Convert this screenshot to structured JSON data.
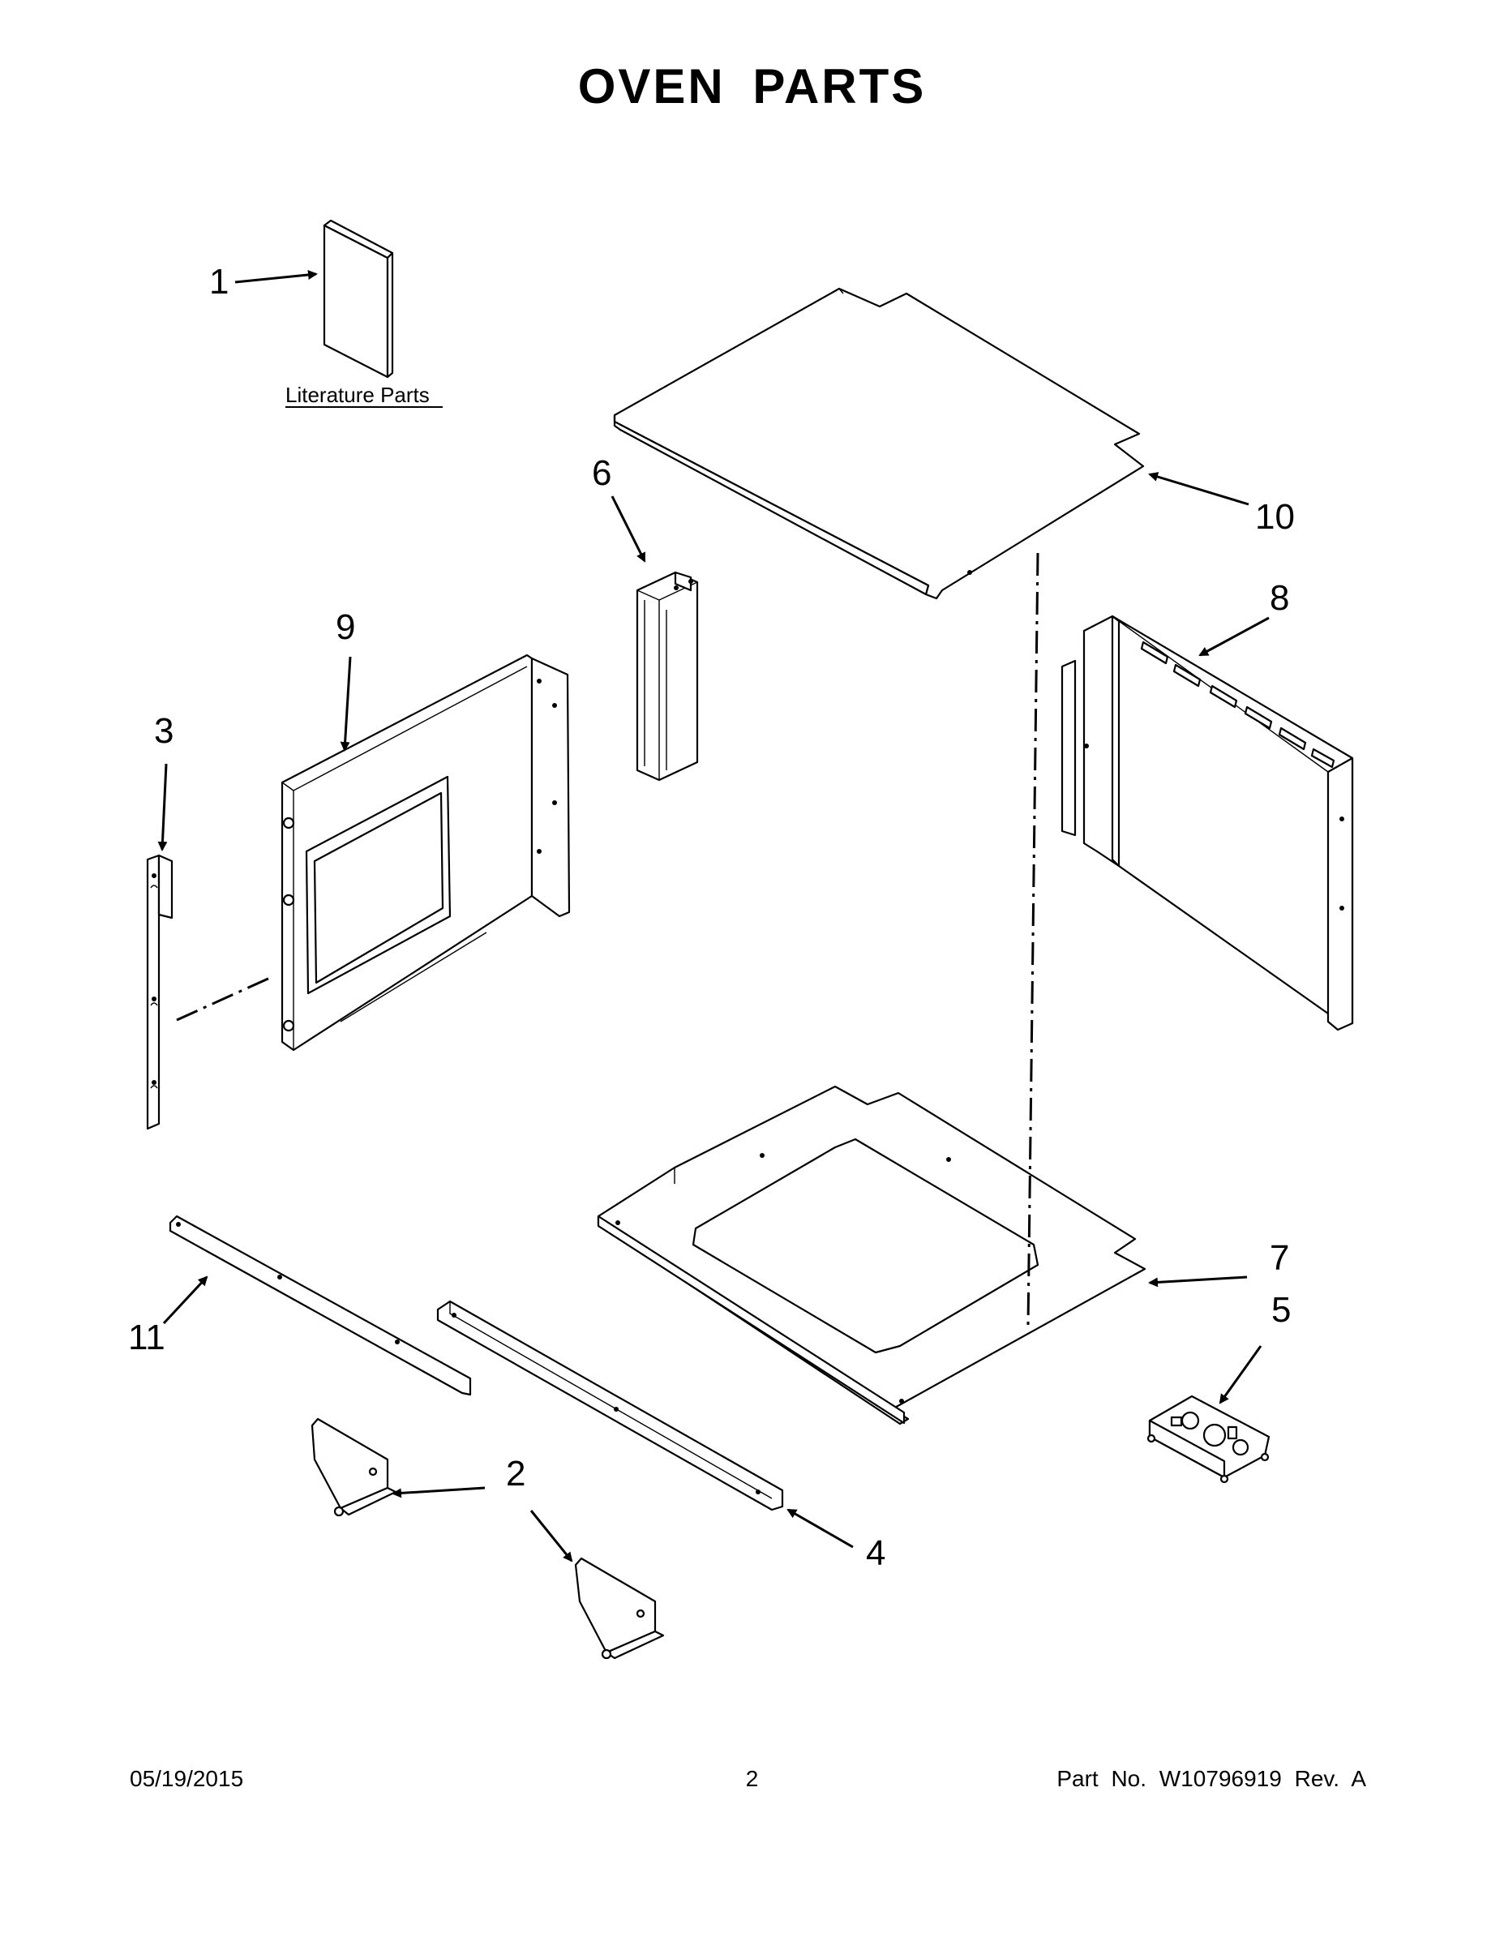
{
  "title": "OVEN PARTS",
  "literature_label": "Literature Parts",
  "callouts": [
    "1",
    "2",
    "3",
    "4",
    "5",
    "6",
    "7",
    "8",
    "9",
    "10",
    "11"
  ],
  "footer": {
    "date": "05/19/2015",
    "page": "2",
    "part_no": "Part No.  W10796919  Rev.  A"
  }
}
